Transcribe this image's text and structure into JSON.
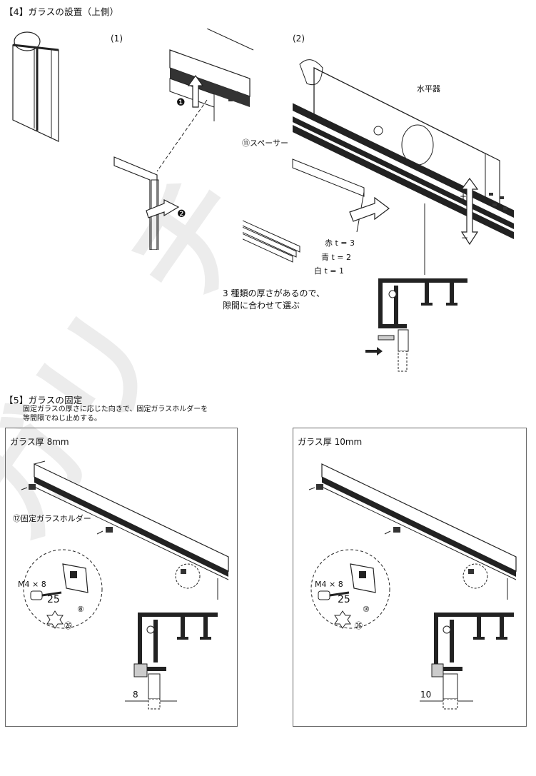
{
  "section4": {
    "heading": "【4】ガラスの設置（上側）",
    "step1_label": "(1)",
    "step2_label": "(2)",
    "marker1": "❶",
    "marker2": "❷",
    "level_label": "水平器",
    "spacer_label": "⑪スペーサー",
    "spacer_red": "赤 t = 3",
    "spacer_blue": "青 t = 2",
    "spacer_white": "白 t = 1",
    "note_line1": "3 種類の厚さがあるので、",
    "note_line2": "隙間に合わせて選ぶ",
    "plus": "+",
    "minus": "−"
  },
  "section5": {
    "heading": "【5】ガラスの固定",
    "instruction_line1": "固定ガラスの厚さに応じた向きで、固定ガラスホルダーを",
    "instruction_line2": "等間隔でねじ止めする。",
    "panels": [
      {
        "title": "ガラス厚 8mm",
        "holder_label": "⑫固定ガラスホルダー",
        "screw_label": "M4 × 8",
        "screw_qty": "25",
        "ref_holder": "⑧",
        "ref_screw": "㉖",
        "dimension": "8"
      },
      {
        "title": "ガラス厚 10mm",
        "screw_label": "M4 × 8",
        "screw_qty": "25",
        "ref_holder": "⑩",
        "ref_screw": "㉖",
        "dimension": "10"
      }
    ]
  },
  "watermark": "ガリ チ"
}
